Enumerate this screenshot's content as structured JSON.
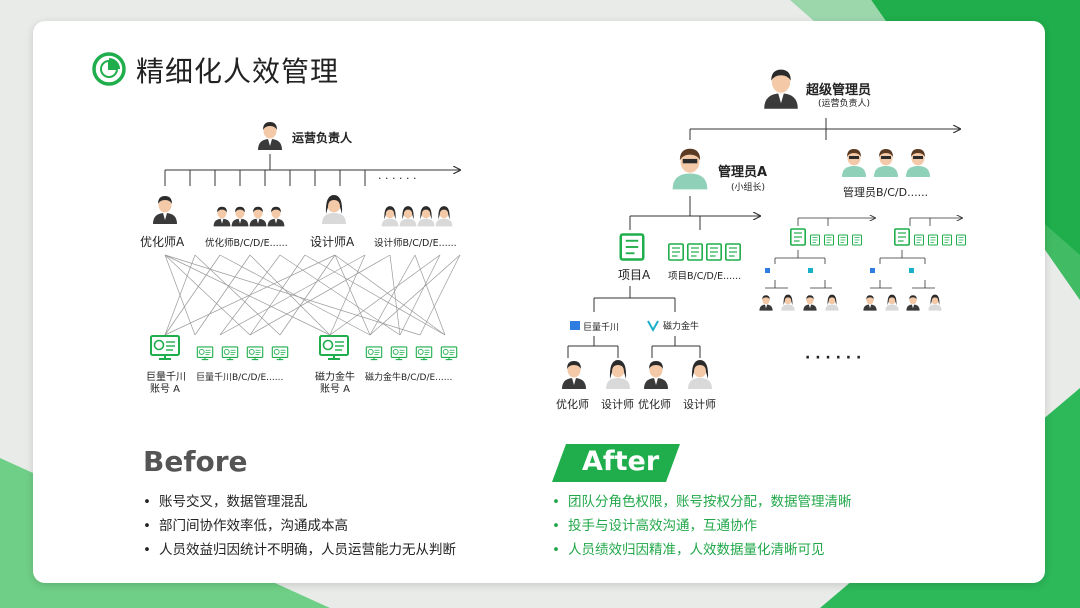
{
  "title": "精细化人效管理",
  "before": {
    "root_label": "运营负责人",
    "more": "· · · · · ·",
    "people": [
      {
        "label": "优化师A"
      },
      {
        "label": "优化师B/C/D/E......"
      },
      {
        "label": "设计师A"
      },
      {
        "label": "设计师B/C/D/E......"
      }
    ],
    "accounts": [
      {
        "label_line1": "巨量千川",
        "label_line2": "账号 A"
      },
      {
        "label_line1": "巨量千川B/C/D/E......",
        "label_line2": ""
      },
      {
        "label_line1": "磁力金牛",
        "label_line2": "账号 A"
      },
      {
        "label_line1": "磁力金牛B/C/D/E......",
        "label_line2": ""
      }
    ],
    "heading": "Before",
    "bullets": [
      "账号交叉，数据管理混乱",
      "部门间协作效率低，沟通成本高",
      "人员效益归因统计不明确，人员运营能力无从判断"
    ]
  },
  "after": {
    "super_admin": "超级管理员",
    "super_admin_sub": "(运营负责人)",
    "admin_a": "管理员A",
    "admin_a_sub": "(小组长)",
    "admins_other": "管理员B/C/D......",
    "project_a": "项目A",
    "projects_other": "项目B/C/D/E......",
    "platform_1": "巨量千川",
    "platform_2": "磁力金牛",
    "roles": [
      "优化师",
      "设计师",
      "优化师",
      "设计师"
    ],
    "more": "· · · · · ·",
    "heading": "After",
    "bullets": [
      "团队分角色权限，账号按权分配，数据管理清晰",
      "投手与设计高效沟通，互通协作",
      "人员绩效归因精准，人效数据量化清晰可见"
    ]
  },
  "colors": {
    "accent": "#1fae4b",
    "after_text": "#22a84a",
    "heading_gray": "#555555"
  }
}
